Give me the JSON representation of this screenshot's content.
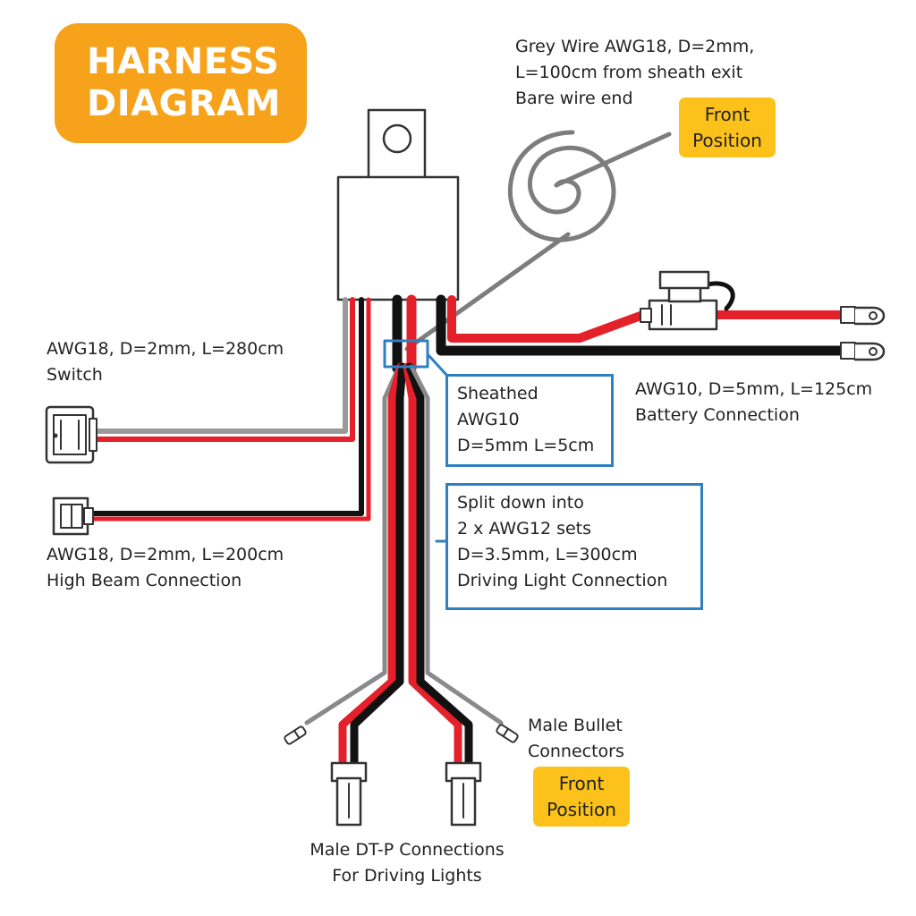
{
  "title": {
    "line1": "HARNESS",
    "line2": "DIAGRAM"
  },
  "colors": {
    "orange": "#f7a21b",
    "yellow": "#fcc21b",
    "wire_red": "#e4202a",
    "wire_black": "#111111",
    "wire_grey": "#8a8a8a",
    "callout_blue": "#2f7fc1"
  },
  "labels": {
    "grey_wire": [
      "Grey Wire AWG18, D=2mm,",
      "L=100cm from sheath exit",
      "Bare wire end"
    ],
    "switch": [
      "AWG18, D=2mm, L=280cm",
      "Switch"
    ],
    "high_beam": [
      "AWG18, D=2mm, L=200cm",
      "High Beam Connection"
    ],
    "battery": [
      "AWG10, D=5mm, L=125cm",
      "Battery Connection"
    ],
    "male_bullet": [
      "Male Bullet",
      "Connectors"
    ],
    "dtp": [
      "Male DT-P Connections",
      "For Driving Lights"
    ]
  },
  "tags": {
    "front_position_top": [
      "Front",
      "Position"
    ],
    "front_position_bottom": [
      "Front",
      "Position"
    ]
  },
  "callouts": {
    "sheathed": [
      "Sheathed",
      "AWG10",
      "D=5mm L=5cm"
    ],
    "split": [
      "Split down into",
      "2 x AWG12 sets",
      "D=3.5mm, L=300cm",
      "Driving Light Connection"
    ]
  },
  "icons": [
    "relay-icon",
    "fuse-holder-icon",
    "ring-terminal-icon",
    "rocker-switch-icon",
    "connector-plug-icon",
    "bullet-connector-icon",
    "dtp-connector-icon",
    "wire-coil-icon"
  ]
}
